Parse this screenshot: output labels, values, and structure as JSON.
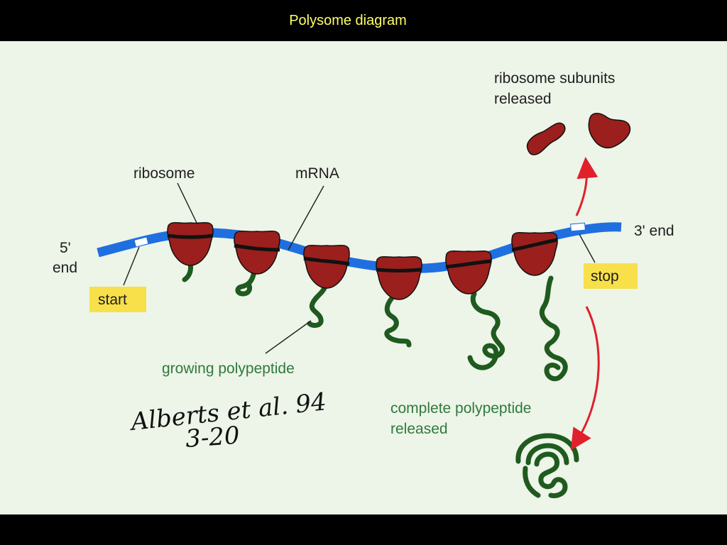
{
  "title": "Polysome diagram",
  "labels": {
    "five_prime": "5'",
    "end": "end",
    "three_prime_end": "3' end",
    "start": "start",
    "stop": "stop",
    "ribosome": "ribosome",
    "mrna": "mRNA",
    "subunits_line1": "ribosome subunits",
    "subunits_line2": "released",
    "growing": "growing polypeptide",
    "complete_line1": "complete polypeptide",
    "complete_line2": "released"
  },
  "handwriting": {
    "line1": "Alberts et al. 94",
    "line2": "3-20"
  },
  "colors": {
    "background": "#000000",
    "panel": "#edf4e8",
    "title": "#ffff66",
    "mrna": "#1f6fe0",
    "ribosome": "#9b1f1c",
    "polypeptide": "#1f5a1f",
    "label_box": "#f7e04a",
    "arrow": "#e0202a",
    "green_text": "#2f7a3c"
  }
}
